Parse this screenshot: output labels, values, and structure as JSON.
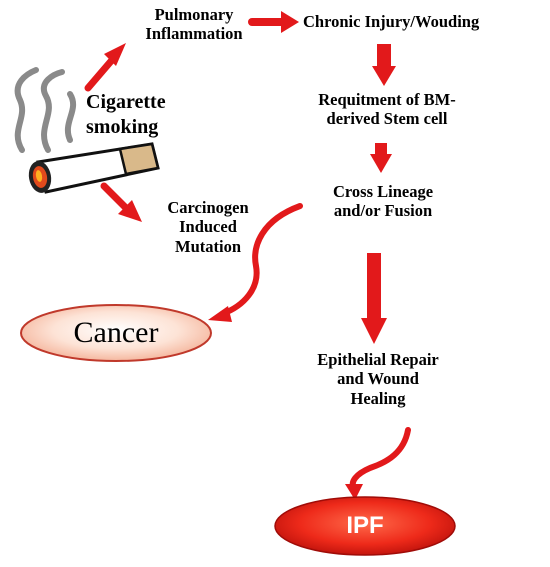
{
  "nodes": {
    "pulmonary_inflammation": [
      "Pulmonary",
      "Inflammation"
    ],
    "chronic_injury": "Chronic Injury/Wouding",
    "cigarette_smoking": [
      "Cigarette",
      "smoking"
    ],
    "recruitment_stem_cell": [
      "Requitment of BM-",
      "derived Stem cell"
    ],
    "cross_lineage": [
      "Cross Lineage",
      "and/or Fusion"
    ],
    "carcinogen_mutation": [
      "Carcinogen",
      "Induced",
      "Mutation"
    ],
    "cancer": "Cancer",
    "epithelial_repair": [
      "Epithelial Repair",
      "and Wound",
      "Healing"
    ],
    "ipf": "IPF"
  },
  "colors": {
    "arrow": "#e2191b",
    "cancer_fill_center": "#ffffff",
    "cancer_fill_edge": "#f5b9a0",
    "cancer_stroke": "#c0392b",
    "ipf_fill_center": "#ff5a3c",
    "ipf_fill_edge": "#c4130d"
  },
  "icons": {
    "cigarette": "cigarette-icon",
    "smoke": "smoke-icon"
  }
}
